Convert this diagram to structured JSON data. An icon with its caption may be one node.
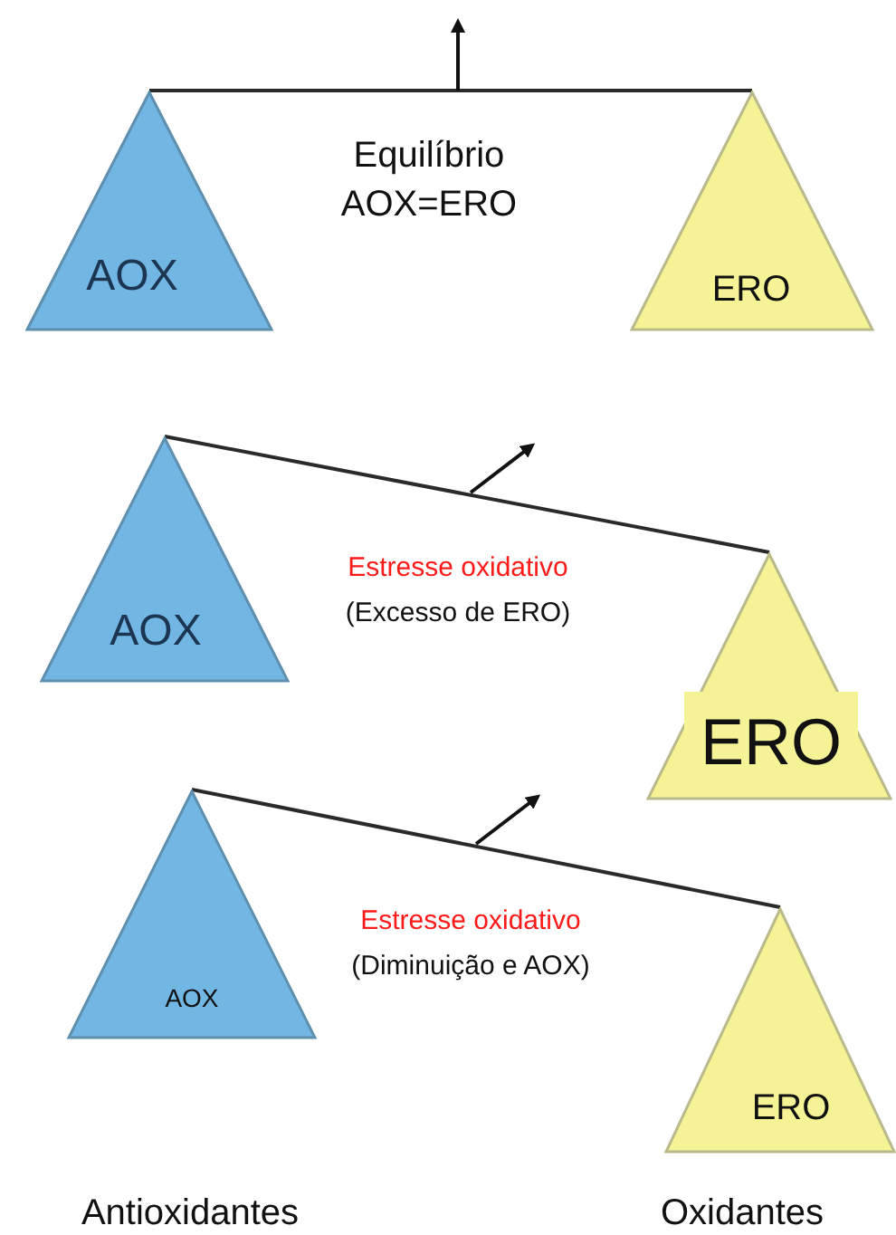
{
  "diagram": {
    "nodes": [
      {
        "text": [
          "AOX"
        ]
      },
      {
        "text": [
          "ERO"
        ]
      },
      {
        "text": [
          "AOX"
        ]
      },
      {
        "text": [
          "ERO"
        ]
      },
      {
        "text": [
          "AOX"
        ]
      },
      {
        "text": [
          "ERO"
        ]
      }
    ],
    "edges": [
      {
        "from": 0,
        "to": 1,
        "arrow": "none"
      },
      {
        "from": 2,
        "to": 3,
        "arrow": "none"
      },
      {
        "from": 4,
        "to": 5,
        "arrow": "none"
      }
    ],
    "labels": [
      "Equilíbrio",
      "AOX=ERO",
      "Estresse oxidativo",
      "(Excesso de ERO)",
      "Estresse oxidativo",
      "(Diminuição e AOX)",
      "Antioxidantes",
      "Oxidantes"
    ]
  }
}
